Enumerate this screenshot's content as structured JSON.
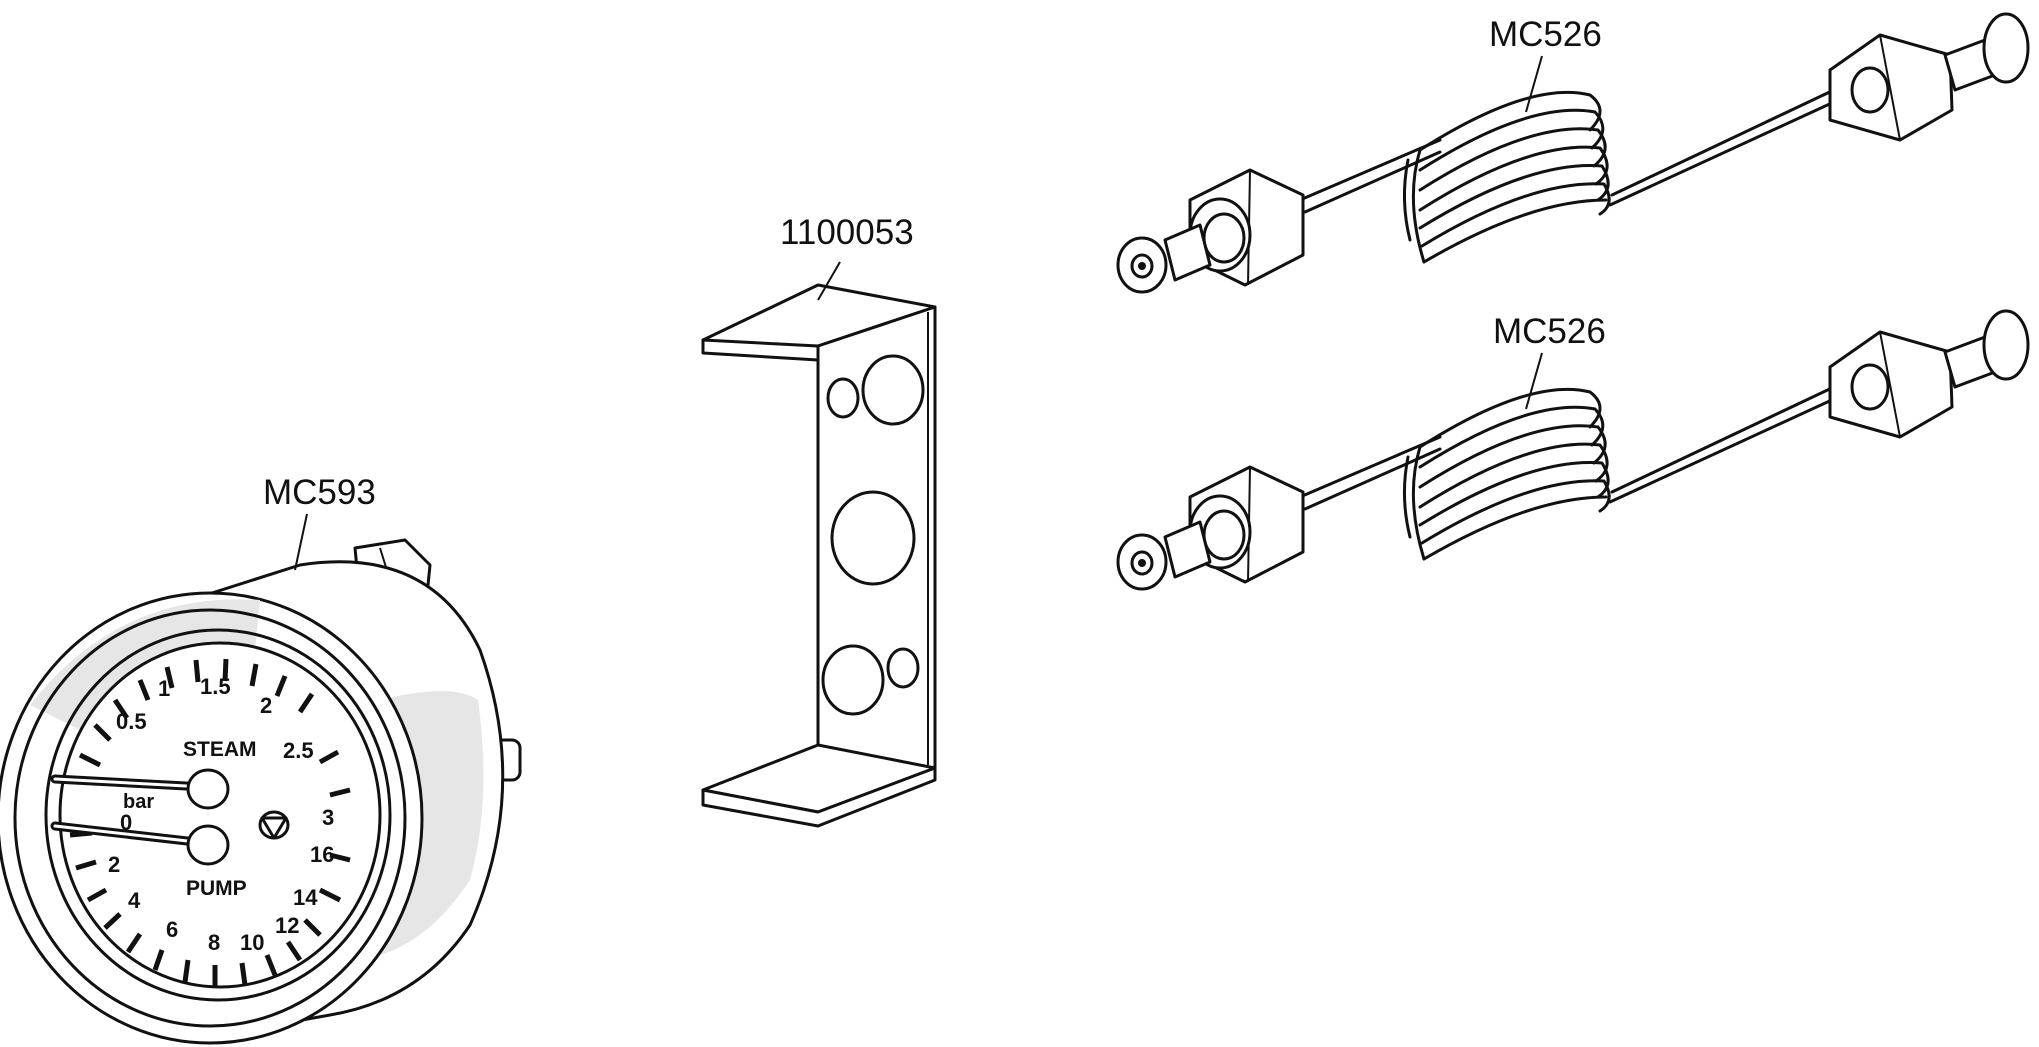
{
  "parts": {
    "gauge": {
      "part_number": "MC593"
    },
    "bracket": {
      "part_number": "1100053"
    },
    "pipe_top": {
      "part_number": "MC526"
    },
    "pipe_bottom": {
      "part_number": "MC526"
    }
  },
  "gauge_dial": {
    "steam_label": "STEAM",
    "pump_label": "PUMP",
    "unit_label": "bar",
    "steam_scale": [
      "0",
      "0.5",
      "1",
      "1.5",
      "2",
      "2.5",
      "3"
    ],
    "pump_scale": [
      "0",
      "2",
      "4",
      "6",
      "8",
      "10",
      "12",
      "14",
      "16"
    ]
  }
}
